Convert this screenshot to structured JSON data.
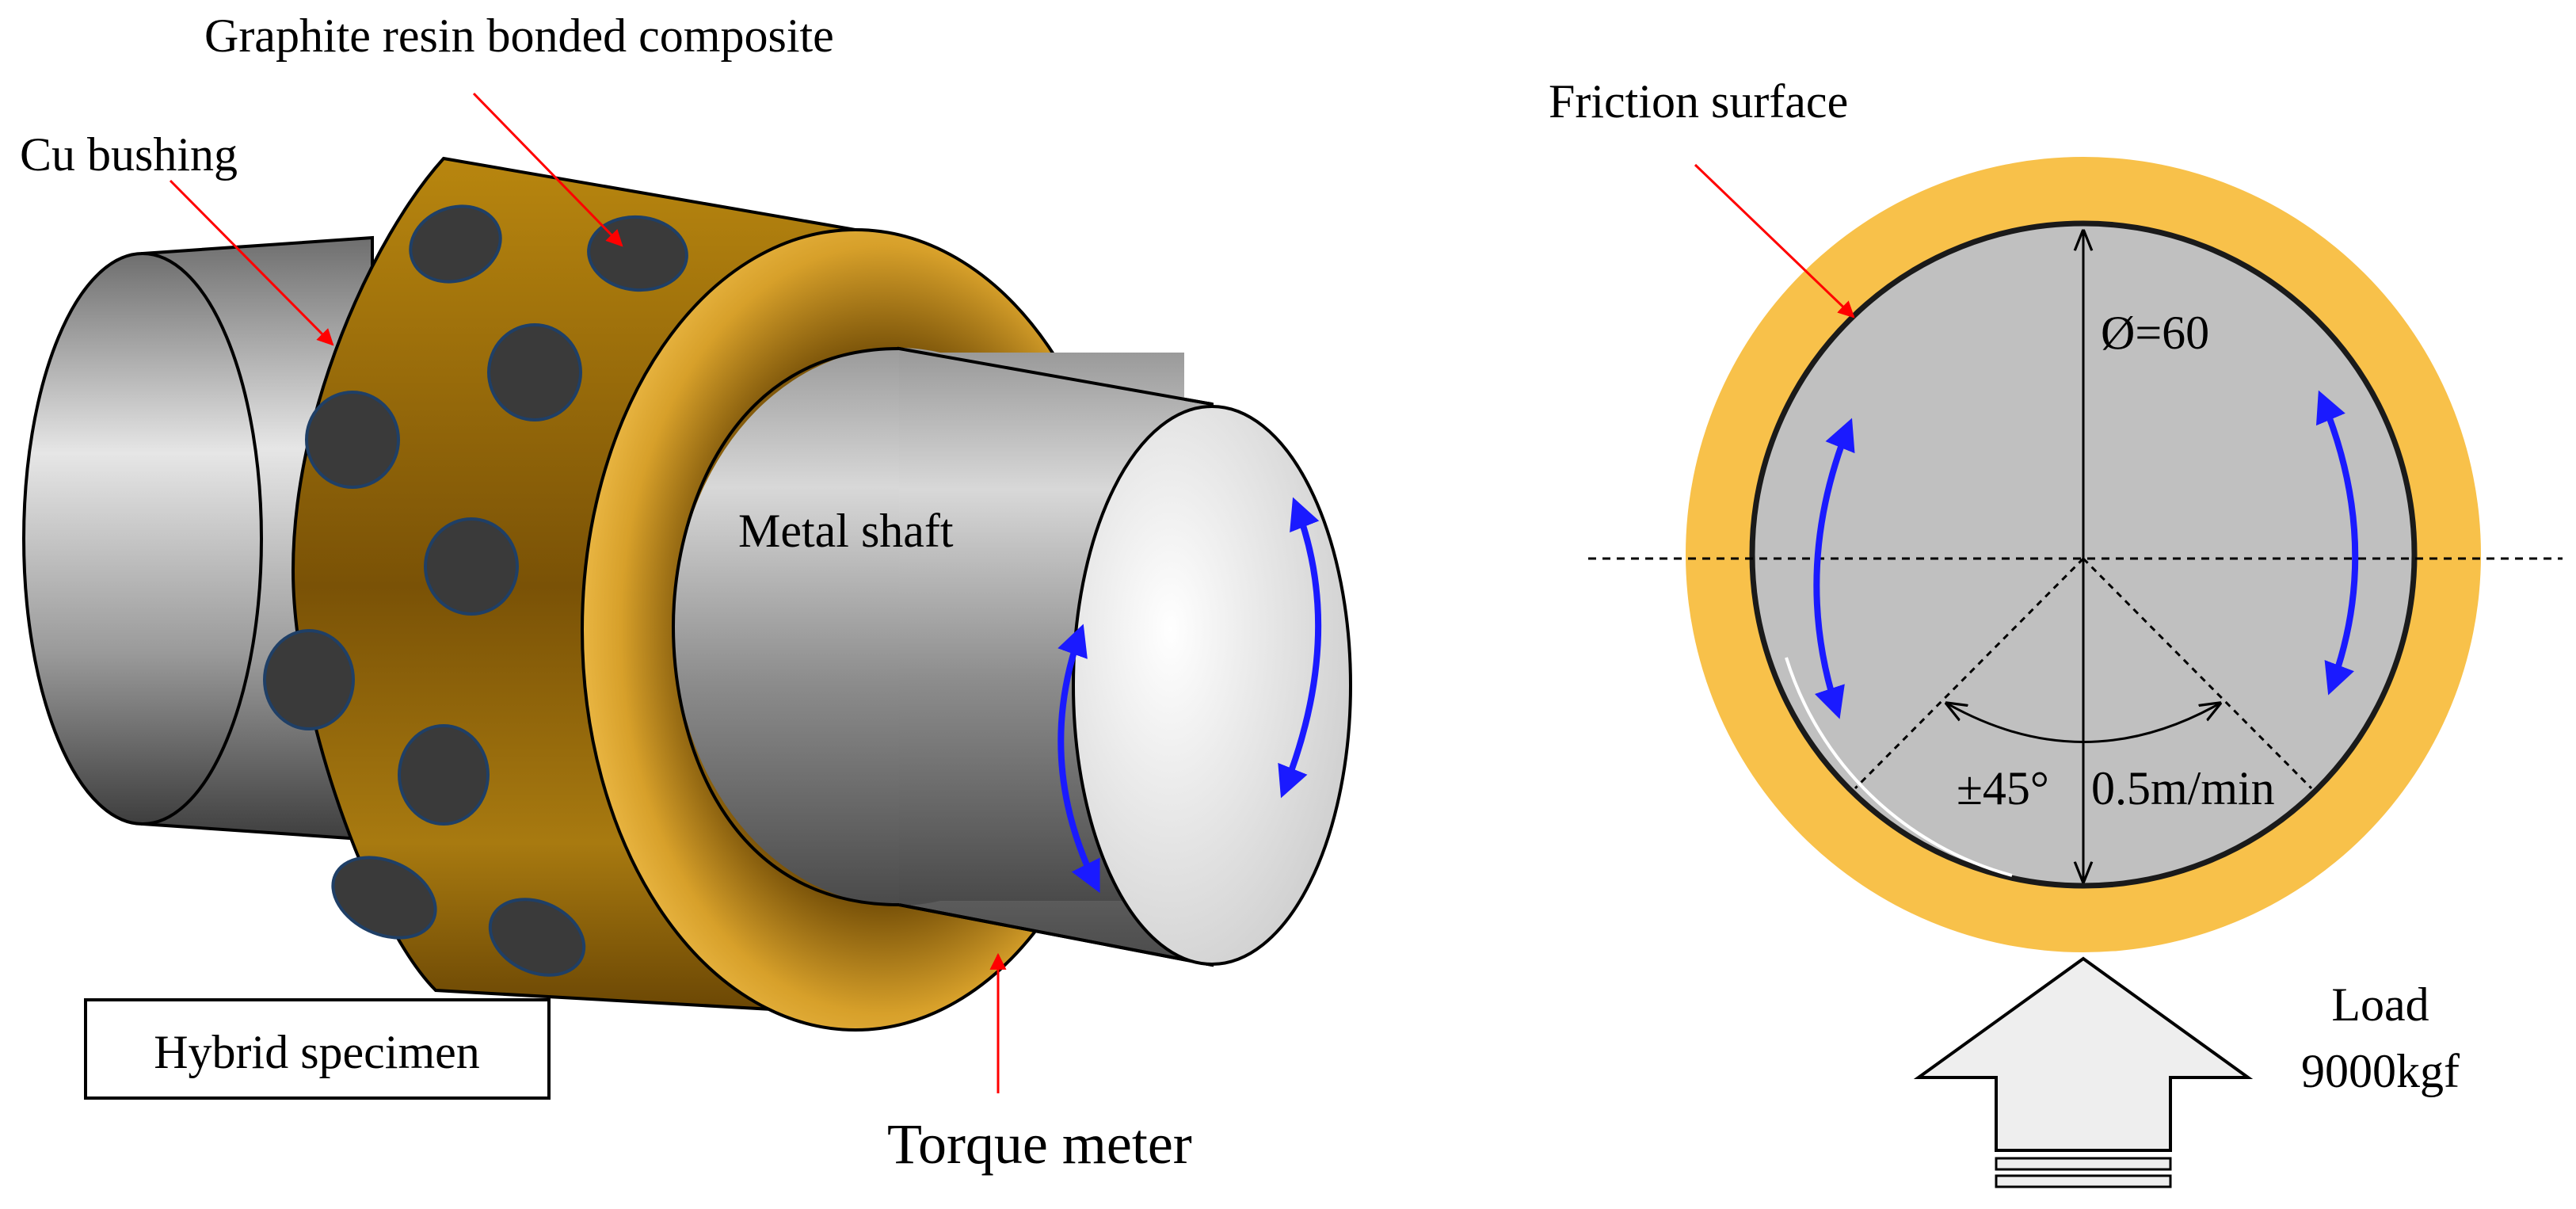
{
  "labels": {
    "graphite_composite": "Graphite resin bonded composite",
    "cu_bushing": "Cu bushing",
    "metal_shaft": "Metal shaft",
    "hybrid_specimen": "Hybrid specimen",
    "torque_meter": "Torque meter",
    "friction_surface": "Friction surface",
    "diameter": "Ø=60",
    "angle": "±45°",
    "speed": "0.5m/min",
    "load_title": "Load",
    "load_value": "9000kgf"
  },
  "colors": {
    "bushing_gold": "#b07d12",
    "bushing_dark": "#7a5206",
    "ring_light": "#f2c14e",
    "graphite_plug": "#3a3a3a",
    "plug_outline": "#1f3f66",
    "shaft_gray": "#8a8a8a",
    "shaft_face": "#eeeeee",
    "pointer_red": "#ff0000",
    "motion_arrow_blue": "#1a1aff",
    "cross_section_fill": "#c0c0c0",
    "cross_section_ring": "#f8c14a",
    "load_arrow_fill": "#eeeeee"
  }
}
